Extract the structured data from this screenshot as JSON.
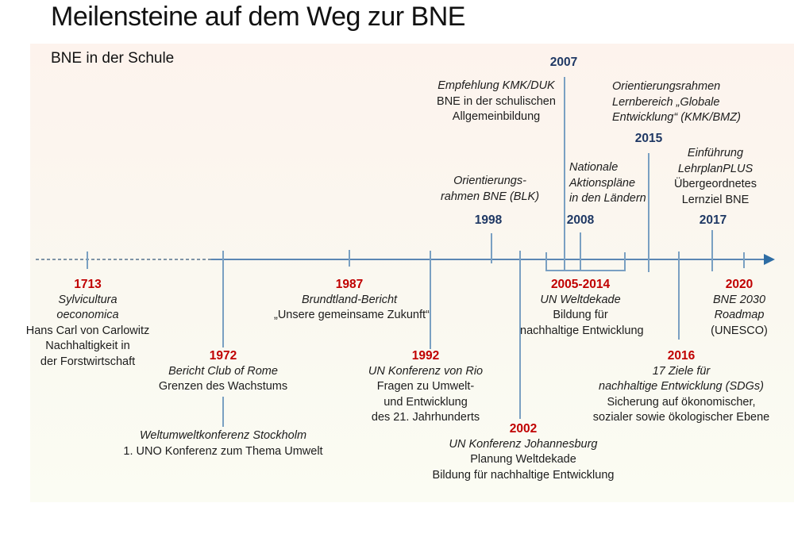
{
  "title": "Meilensteine auf dem Weg zur BNE",
  "subtitle": "BNE in der Schule",
  "colors": {
    "year_below_timeline": "#c00000",
    "year_above_timeline": "#1f3864",
    "timeline_line": "#5b87b4",
    "timeline_ticks": "#7aa0c2",
    "arrow": "#2e6da4",
    "slide_background": "#faf8f0"
  },
  "events": {
    "e1713": {
      "year": "1713",
      "lines": [
        "Sylvicultura",
        "oeconomica",
        "Hans Carl von Carlowitz",
        "Nachhaltigkeit in",
        "der Forstwirtschaft"
      ]
    },
    "e1972": {
      "year": "1972",
      "lines": [
        "Bericht Club of Rome",
        "Grenzen des Wachstums"
      ]
    },
    "stockholm": {
      "lines": [
        "Weltumweltkonferenz Stockholm",
        "1. UNO Konferenz zum Thema Umwelt"
      ]
    },
    "e1987": {
      "year": "1987",
      "lines": [
        "Brundtland-Bericht",
        "„Unsere gemeinsame Zukunft“"
      ]
    },
    "e1992": {
      "year": "1992",
      "lines": [
        "UN Konferenz von Rio",
        "Fragen zu Umwelt-",
        "und Entwicklung",
        "des 21. Jahrhunderts"
      ]
    },
    "e1998": {
      "year": "1998",
      "lines": [
        "Orientierungs-",
        "rahmen BNE (BLK)"
      ]
    },
    "e2002": {
      "year": "2002",
      "lines": [
        "UN Konferenz Johannesburg",
        "Planung Weltdekade",
        "Bildung für nachhaltige Entwicklung"
      ]
    },
    "e2005_2014": {
      "year": "2005-2014",
      "lines": [
        "UN Weltdekade",
        "Bildung für",
        "nachhaltige Entwicklung"
      ]
    },
    "e2007": {
      "year": "2007",
      "lines": [
        "Empfehlung KMK/DUK",
        "BNE in der schulischen",
        "Allgemeinbildung"
      ]
    },
    "e2008": {
      "year": "2008",
      "lines": [
        "Nationale",
        "Aktionspläne",
        "in den Ländern"
      ]
    },
    "e2015": {
      "year": "2015",
      "lines": [
        "Orientierungsrahmen",
        "Lernbereich „Globale",
        "Entwicklung“ (KMK/BMZ)"
      ]
    },
    "e2016": {
      "year": "2016",
      "lines": [
        "17 Ziele für",
        "nachhaltige Entwicklung (SDGs)",
        "Sicherung auf ökonomischer,",
        "sozialer sowie ökologischer Ebene"
      ]
    },
    "e2017": {
      "year": "2017",
      "lines": [
        "Einführung",
        "LehrplanPLUS",
        "Übergeordnetes",
        "Lernziel BNE"
      ]
    },
    "e2020": {
      "year": "2020",
      "lines": [
        "BNE 2030",
        "Roadmap",
        "(UNESCO)"
      ]
    }
  }
}
